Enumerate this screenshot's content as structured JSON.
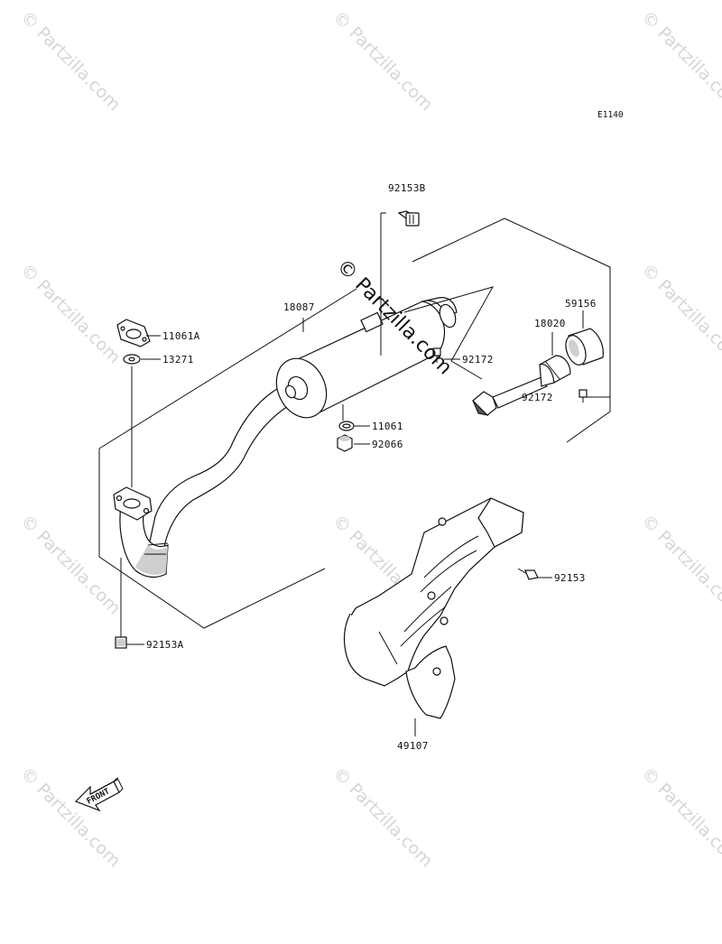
{
  "diagram_code": "E1140",
  "watermark": {
    "text": "© Partzilla.com",
    "center_text": "© Partzilla.com"
  },
  "front_arrow": {
    "label": "FRONT"
  },
  "parts": [
    {
      "id": "p92153B",
      "number": "92153B",
      "name": "bolt-upper"
    },
    {
      "id": "p18087",
      "number": "18087",
      "name": "muffler"
    },
    {
      "id": "p11061A",
      "number": "11061A",
      "name": "gasket-flange"
    },
    {
      "id": "p13271",
      "number": "13271",
      "name": "washer"
    },
    {
      "id": "p92172a",
      "number": "92172",
      "name": "screw-muffler"
    },
    {
      "id": "p59156",
      "number": "59156",
      "name": "cap"
    },
    {
      "id": "p18020",
      "number": "18020",
      "name": "spark-arrester"
    },
    {
      "id": "p92172b",
      "number": "92172",
      "name": "screw-arrester"
    },
    {
      "id": "p11061",
      "number": "11061",
      "name": "gasket"
    },
    {
      "id": "p92066",
      "number": "92066",
      "name": "plug"
    },
    {
      "id": "p92153",
      "number": "92153",
      "name": "bolt-guard"
    },
    {
      "id": "p92153A",
      "number": "92153A",
      "name": "bolt-lower"
    },
    {
      "id": "p49107",
      "number": "49107",
      "name": "heat-guard"
    }
  ]
}
